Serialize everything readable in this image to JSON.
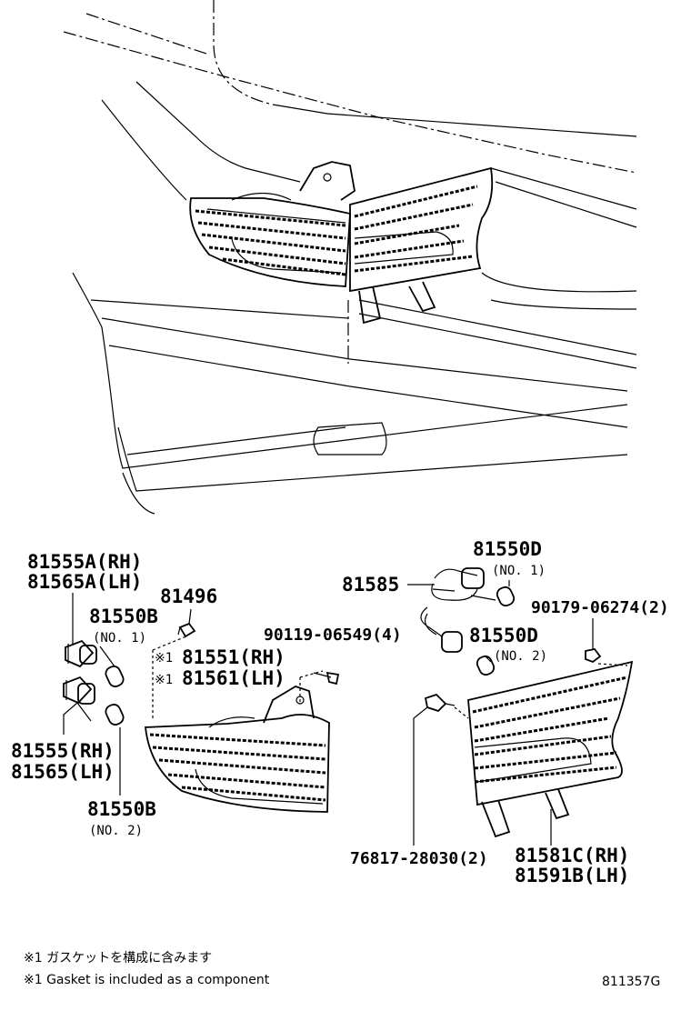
{
  "labels": {
    "p81555A": "81555A(RH)",
    "p81565A": "81565A(LH)",
    "p81550B_top": "81550B",
    "no1_left": "(NO. 1)",
    "p81496": "81496",
    "p81551_mark": "※1",
    "p81551": "81551(RH)",
    "p81561_mark": "※1",
    "p81561": "81561(LH)",
    "p90119": "90119-06549(4)",
    "p81555": "81555(RH)",
    "p81565": "81565(LH)",
    "p81550B_bot": "81550B",
    "no2_left": "(NO. 2)",
    "p81585": "81585",
    "p81550D_top": "81550D",
    "no1_right": "(NO. 1)",
    "p90179": "90179-06274(2)",
    "p81550D_bot": "81550D",
    "no2_right": "(NO. 2)",
    "p76817": "76817-28030(2)",
    "p81581C": "81581C(RH)",
    "p81591B": "81591B(LH)"
  },
  "notes": {
    "jp": "※1 ガスケットを構成に含みます",
    "en": "※1 Gasket is included as a component",
    "code": "811357G"
  }
}
